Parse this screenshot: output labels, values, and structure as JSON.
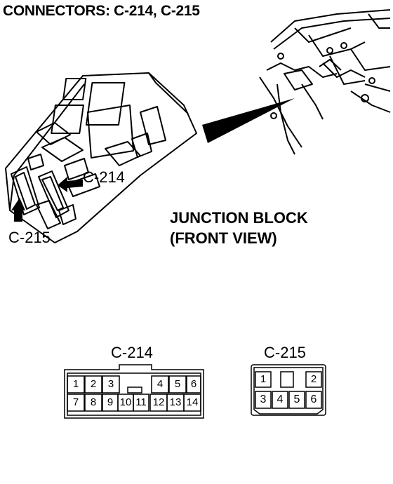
{
  "title": "CONNECTORS: C-214, C-215",
  "callouts": {
    "c214": "C-214",
    "c215": "C-215"
  },
  "junction_block": {
    "line1": "JUNCTION BLOCK",
    "line2": "(FRONT VIEW)"
  },
  "connectors": {
    "c214": {
      "name": "C-214",
      "top_row": [
        "1",
        "2",
        "3",
        "4",
        "5",
        "6"
      ],
      "bottom_row": [
        "7",
        "8",
        "9",
        "10",
        "11",
        "12",
        "13",
        "14"
      ]
    },
    "c215": {
      "name": "C-215",
      "top_row": [
        "1",
        "2"
      ],
      "bottom_row": [
        "3",
        "4",
        "5",
        "6"
      ]
    }
  }
}
